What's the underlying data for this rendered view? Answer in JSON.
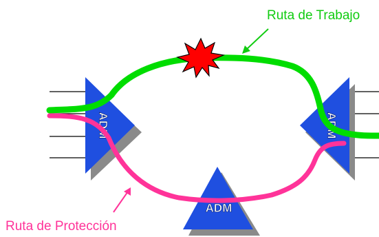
{
  "working_route": {
    "label": "Ruta de Trabajo",
    "color": "#00dd00"
  },
  "protection_route": {
    "label": "Ruta de Protección",
    "color": "#ff3399"
  },
  "nodes": {
    "left": {
      "label": "ADM"
    },
    "right": {
      "label": "ADM"
    },
    "bottom": {
      "label": "ADM"
    }
  },
  "colors": {
    "node_fill": "#1f4fe0",
    "node_shadow": "#8a8a8a",
    "fault_fill": "#ff0000",
    "tributary_lines": "#000000"
  },
  "icons": {
    "fault": "fault-star-icon"
  }
}
